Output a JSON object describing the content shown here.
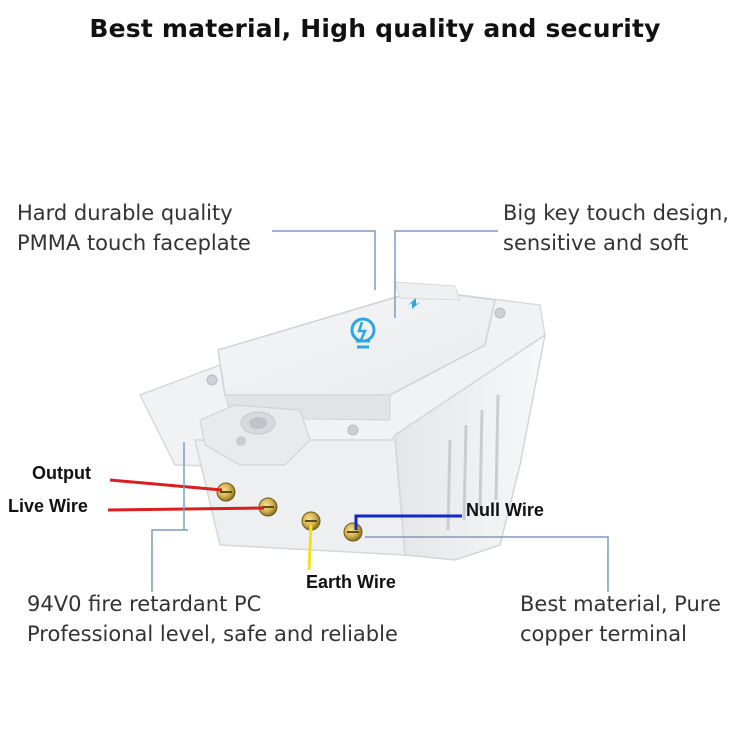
{
  "headline": "Best material, High quality and security",
  "callouts": {
    "faceplate": [
      "Hard durable quality",
      "PMMA touch faceplate"
    ],
    "touch_key": [
      "Big key touch design,",
      "sensitive and soft"
    ],
    "housing": [
      "94V0 fire retardant PC",
      "Professional level, safe and reliable"
    ],
    "terminal": [
      "Best material, Pure",
      "copper terminal"
    ]
  },
  "wires": {
    "output": "Output",
    "live": "Live Wire",
    "null": "Null Wire",
    "earth": "Earth Wire"
  },
  "colors": {
    "output_wire": "#d81e1e",
    "live_wire": "#d81e1e",
    "null_wire": "#1029c8",
    "earth_wire": "#f2e21a",
    "leader_line": "#7f9cc0",
    "touch_icon": "#2ea7e0"
  },
  "icons": [
    "lightbulb-touch-icon",
    "wifi-indicator-icon"
  ]
}
